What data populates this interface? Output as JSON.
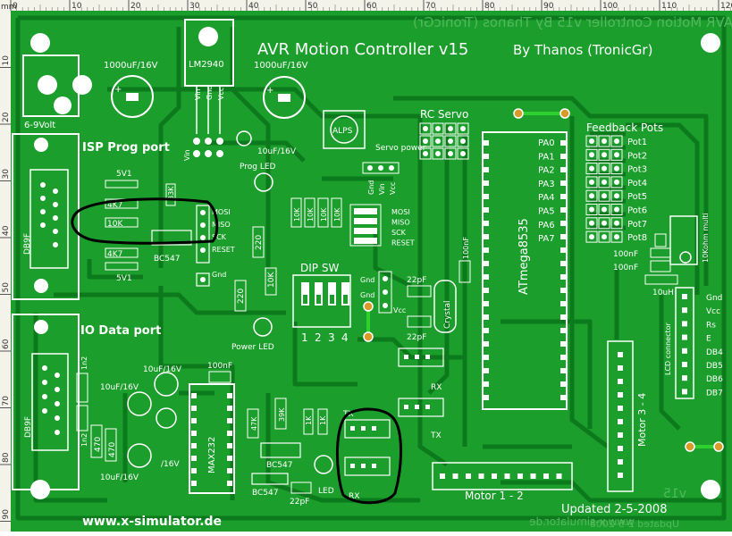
{
  "ruler": {
    "unit": "mm",
    "top_ticks": [
      "0",
      "10",
      "20",
      "30",
      "40",
      "50",
      "60",
      "70",
      "80",
      "90",
      "100",
      "110",
      "120"
    ],
    "left_ticks": [
      "10",
      "20",
      "30",
      "40",
      "50",
      "60",
      "70",
      "80",
      "90"
    ]
  },
  "board": {
    "title": "AVR Motion Controller v15",
    "author": "By Thanos (TronicGr)",
    "mirror_title": "AVR Motion Controller v15   By Thanos (TronicGr)",
    "website": "www.x-simulator.de",
    "mirror_website": "www.x-simulator.de",
    "updated": "Updated 2-5-2008",
    "mirror_updated": "Updated 2-5-2008",
    "mirror_version": "v15"
  },
  "sections": {
    "isp": "ISP Prog port",
    "io": "IO Data port",
    "rc_servo": "RC Servo",
    "feedback": "Feedback Pots",
    "dip": "DIP SW",
    "dip_numbers": [
      "1",
      "2",
      "3",
      "4"
    ],
    "lcd": "LCD connector",
    "motor12": "Motor 1 - 2",
    "motor34": "Motor 3 - 4",
    "servo_power": "Servo power"
  },
  "components": {
    "power_in": "6-9Volt",
    "regulator": "LM2940",
    "cap_1000_a": "1000uF/16V",
    "cap_1000_b": "1000uF/16V",
    "cap_10uf_prog": "10uF/16V",
    "reg_vin": "Vin",
    "reg_gnd": "Gnd",
    "reg_vcc": "Vcc",
    "vin_label": "Vin",
    "prog_led": "Prog LED",
    "power_led": "Power LED",
    "alps": "ALPS",
    "db9f_a": "DB9F",
    "db9f_b": "DB9F",
    "r_5v1_a": "5V1",
    "r_5v1_b": "5V1",
    "r_4k7_a": "4K7",
    "r_4k7_b": "4K7",
    "r_10k": "10K",
    "r_33k": "33K",
    "bc547_isp": "BC547",
    "isp_pins": [
      "MOSI",
      "MISO",
      "SCK",
      "RESET"
    ],
    "isp_gnd": "Gnd",
    "r_10k_array": [
      "10K",
      "10K",
      "10K",
      "10K"
    ],
    "jumper_pins": [
      "MOSI",
      "MISO",
      "SCK",
      "RESET"
    ],
    "r_220_a": "220",
    "r_220_b": "220",
    "r_10k_c": "10K",
    "servo_gnd": "Gnd",
    "servo_vin": "Vin",
    "servo_vcc": "Vcc",
    "gnd_a": "Gnd",
    "gnd_b": "Gnd",
    "vcc_label": "Vcc",
    "cap_22pf_a": "22pF",
    "cap_22pf_b": "22pF",
    "crystal": "Crystal",
    "cap_100nf_mcu": "100nF",
    "mcu": "ATmega8535",
    "pa_pins": [
      "PA0",
      "PA1",
      "PA2",
      "PA3",
      "PA4",
      "PA5",
      "PA6",
      "PA7"
    ],
    "pots": [
      "Pot1",
      "Pot2",
      "Pot3",
      "Pot4",
      "Pot5",
      "Pot6",
      "Pot7",
      "Pot8"
    ],
    "cap_100nf_a": "100nF",
    "cap_100nf_b": "100nF",
    "inductor": "10uH",
    "pot_10k": "10Kohm multi",
    "lcd_pins": [
      "Gnd",
      "Vcc",
      "Rs",
      "E",
      "DB4",
      "DB5",
      "DB6",
      "DB7"
    ],
    "rx_a": "RX",
    "tx_a": "TX",
    "tx_b": "TX",
    "rx_b": "RX",
    "max232": "MAX232",
    "cap_100nf_max": "100nF",
    "cap_10uf_1": "10uF/16V",
    "cap_10uf_2": "10uF/16V",
    "cap_10uf_3": "10uF/16V",
    "cap_10uf_4": "/16V",
    "cap_1n2_a": "1n2",
    "cap_1n2_b": "1n2",
    "r_470_a": "470",
    "r_470_b": "470",
    "r_47k": "47K",
    "r_39k": "39K",
    "r_1k_a": "1K",
    "r_1k_b": "1K",
    "bc547_a": "BC547",
    "bc547_b": "BC547",
    "cap_22pf_c": "22pF",
    "led": "LED"
  },
  "colors": {
    "board": "#1b9e2b",
    "trace": "#0c7a1c",
    "silkscreen": "#ffffff",
    "pad": "#ffffff",
    "copper_pad": "#d89a2a",
    "jumper_wire": "#2ed02e",
    "annotation": "#000000"
  }
}
